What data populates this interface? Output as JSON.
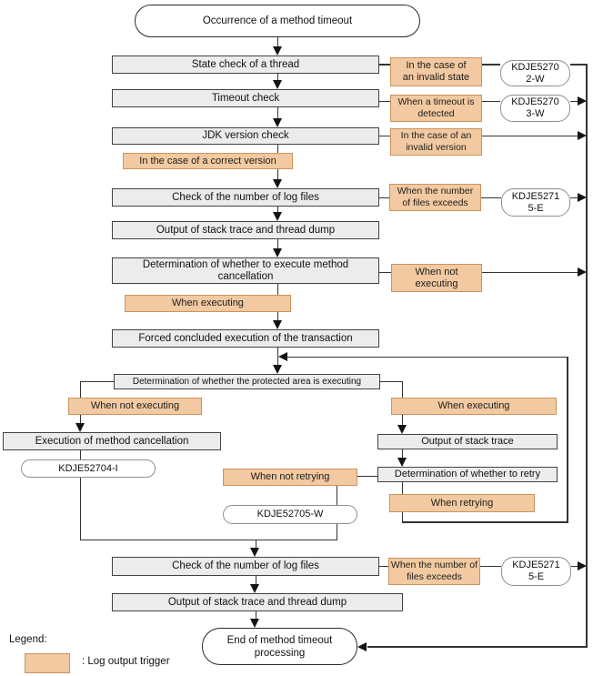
{
  "terminals": {
    "start": "Occurrence of a method timeout",
    "end": "End of method timeout\nprocessing"
  },
  "boxes": {
    "state_check": "State check of a thread",
    "timeout_check": "Timeout check",
    "jdk_version_check": "JDK version check",
    "log_files_check_1": "Check of the number of log files",
    "stack_trace_dump_1": "Output of stack trace and thread dump",
    "method_cancel_determination": "Determination of whether to execute method cancellation",
    "forced_transaction": "Forced concluded execution of the transaction",
    "protected_area_determination": "Determination of whether the protected area is executing",
    "method_cancel_execution": "Execution of method cancellation",
    "stack_trace_output": "Output of stack trace",
    "retry_determination": "Determination of whether to retry",
    "log_files_check_2": "Check of the number of log files",
    "stack_trace_dump_2": "Output of stack trace and thread dump"
  },
  "triggers": {
    "invalid_state": "In the case of\nan invalid state",
    "timeout_detected": "When a timeout is\ndetected",
    "invalid_version": "In the case of an\ninvalid version",
    "correct_version": "In the case of a correct version",
    "files_exceed_1": "When the number\nof files exceeds",
    "not_executing_cancel": "When not\nexecuting",
    "executing_cancel": "When executing",
    "not_executing_area": "When not executing",
    "executing_area": "When executing",
    "not_retrying": "When not retrying",
    "retrying": "When retrying",
    "files_exceed_2": "When the number of\nfiles exceeds"
  },
  "messages": {
    "kdje52702w": "KDJE5270\n2-W",
    "kdje52703w": "KDJE5270\n3-W",
    "kdje52715e_1": "KDJE5271\n5-E",
    "kdje52704i": "KDJE52704-I",
    "kdje52705w": "KDJE52705-W",
    "kdje52715e_2": "KDJE5271\n5-E"
  },
  "legend": {
    "heading": "Legend:",
    "trigger_label": ": Log output trigger"
  },
  "colors": {
    "trigger_fill": "#f2c9a0",
    "trigger_border": "#c9945e",
    "process_fill": "#ececec",
    "process_border": "#424242",
    "line": "#343434"
  }
}
